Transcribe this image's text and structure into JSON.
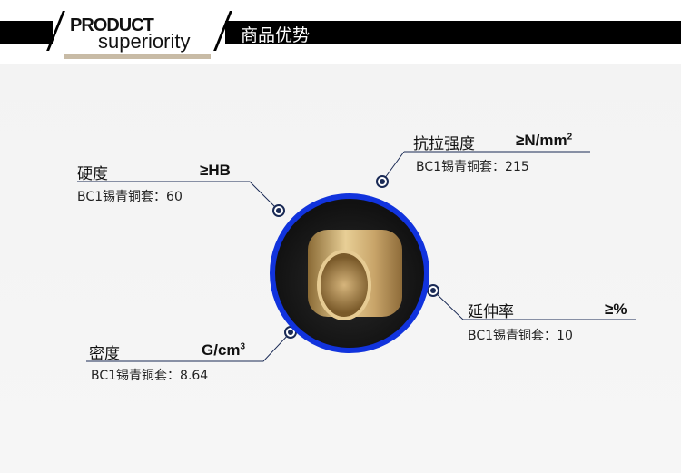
{
  "header": {
    "title_en_1": "PRODUCT",
    "title_en_2": "superiority",
    "title_cn": "商品优势"
  },
  "specs": [
    {
      "name": "硬度",
      "unit": "≥HB",
      "unit_sup": "",
      "detail": "BC1锡青铜套：60"
    },
    {
      "name": "抗拉强度",
      "unit": "≥N/mm",
      "unit_sup": "2",
      "detail": "BC1锡青铜套：215"
    },
    {
      "name": "延伸率",
      "unit": "≥%",
      "unit_sup": "",
      "detail": "BC1锡青铜套：10"
    },
    {
      "name": "密度",
      "unit": "G/cm",
      "unit_sup": "3",
      "detail": "BC1锡青铜套：8.64"
    }
  ],
  "colors": {
    "ring": "#1133dd",
    "line": "#1a2a55"
  }
}
